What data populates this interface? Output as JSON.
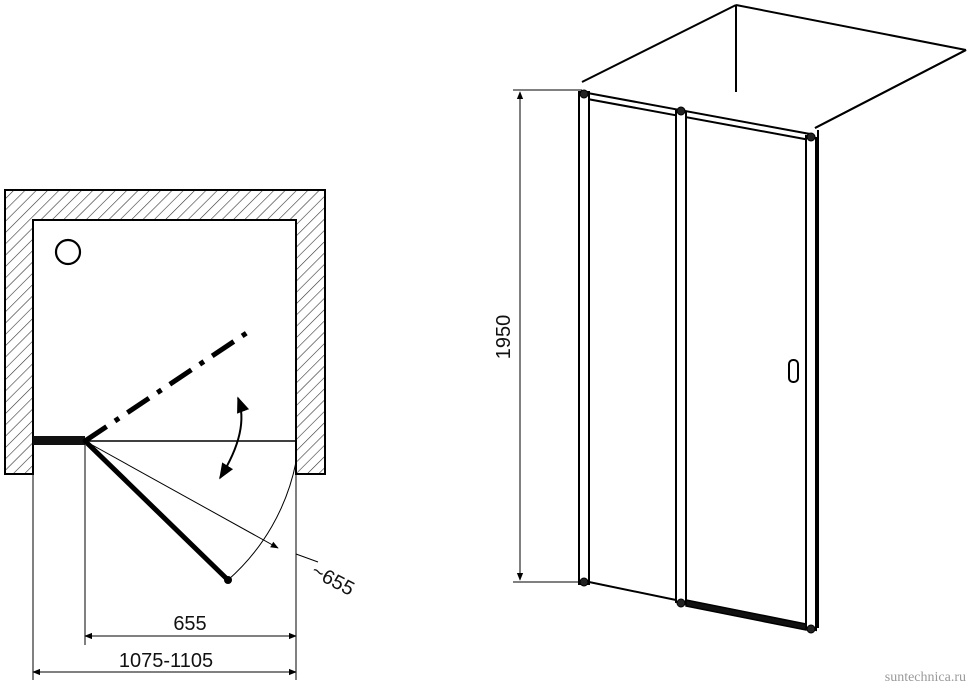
{
  "dimensions": {
    "door_width": "655",
    "swing_radius": "~655",
    "total_width": "1075-1105",
    "height": "1950"
  },
  "watermark": "suntechnica.ru"
}
